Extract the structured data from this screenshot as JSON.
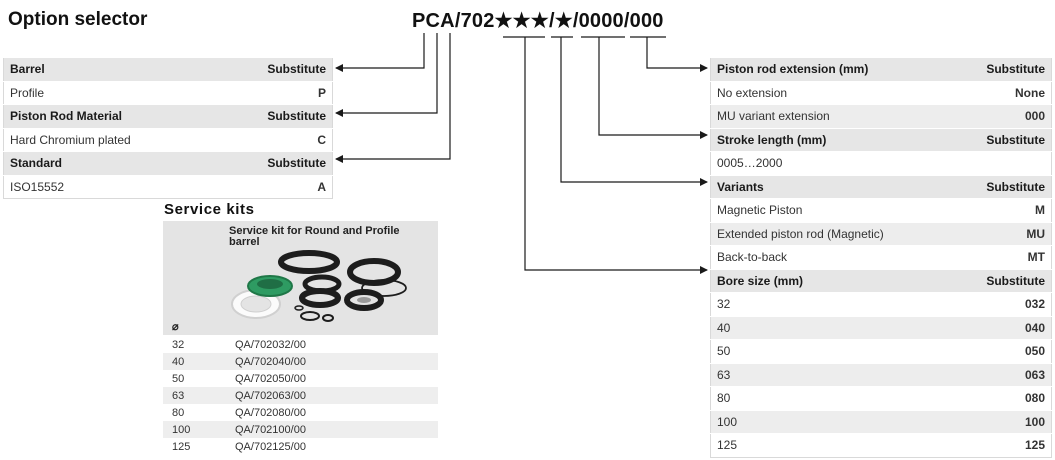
{
  "title": "Option selector",
  "code": "PCA/702★★★/★/0000/000",
  "left_table": [
    {
      "label": "Barrel",
      "value": "Substitute",
      "head": true
    },
    {
      "label": "Profile",
      "value": "P",
      "head": false
    },
    {
      "label": "Piston Rod Material",
      "value": "Substitute",
      "head": true
    },
    {
      "label": "Hard Chromium plated",
      "value": "C",
      "head": false
    },
    {
      "label": "Standard",
      "value": "Substitute",
      "head": true
    },
    {
      "label": "ISO15552",
      "value": "A",
      "head": false
    }
  ],
  "right_table": [
    {
      "label": "Piston rod extension (mm)",
      "value": "Substitute",
      "head": true
    },
    {
      "label": "No extension",
      "value": "None",
      "head": false
    },
    {
      "label": "MU variant extension",
      "value": "000",
      "head": false
    },
    {
      "label": "Stroke length (mm)",
      "value": "Substitute",
      "head": true
    },
    {
      "label": "0005…2000",
      "value": "",
      "head": false
    },
    {
      "label": "Variants",
      "value": "Substitute",
      "head": true
    },
    {
      "label": "Magnetic Piston",
      "value": "M",
      "head": false
    },
    {
      "label": "Extended piston rod (Magnetic)",
      "value": "MU",
      "head": false
    },
    {
      "label": "Back-to-back",
      "value": "MT",
      "head": false
    },
    {
      "label": "Bore size (mm)",
      "value": "Substitute",
      "head": true
    },
    {
      "label": "32",
      "value": "032",
      "head": false
    },
    {
      "label": "40",
      "value": "040",
      "head": false
    },
    {
      "label": "50",
      "value": "050",
      "head": false
    },
    {
      "label": "63",
      "value": "063",
      "head": false
    },
    {
      "label": "80",
      "value": "080",
      "head": false
    },
    {
      "label": "100",
      "value": "100",
      "head": false
    },
    {
      "label": "125",
      "value": "125",
      "head": false
    }
  ],
  "service_kits": {
    "title": "Service kits",
    "caption": "Service kit for Round and Profile barrel",
    "diameter_symbol": "⌀",
    "rows": [
      {
        "bore": "32",
        "part": "QA/702032/00"
      },
      {
        "bore": "40",
        "part": "QA/702040/00"
      },
      {
        "bore": "50",
        "part": "QA/702050/00"
      },
      {
        "bore": "63",
        "part": "QA/702063/00"
      },
      {
        "bore": "80",
        "part": "QA/702080/00"
      },
      {
        "bore": "100",
        "part": "QA/702100/00"
      },
      {
        "bore": "125",
        "part": "QA/702125/00"
      }
    ]
  }
}
